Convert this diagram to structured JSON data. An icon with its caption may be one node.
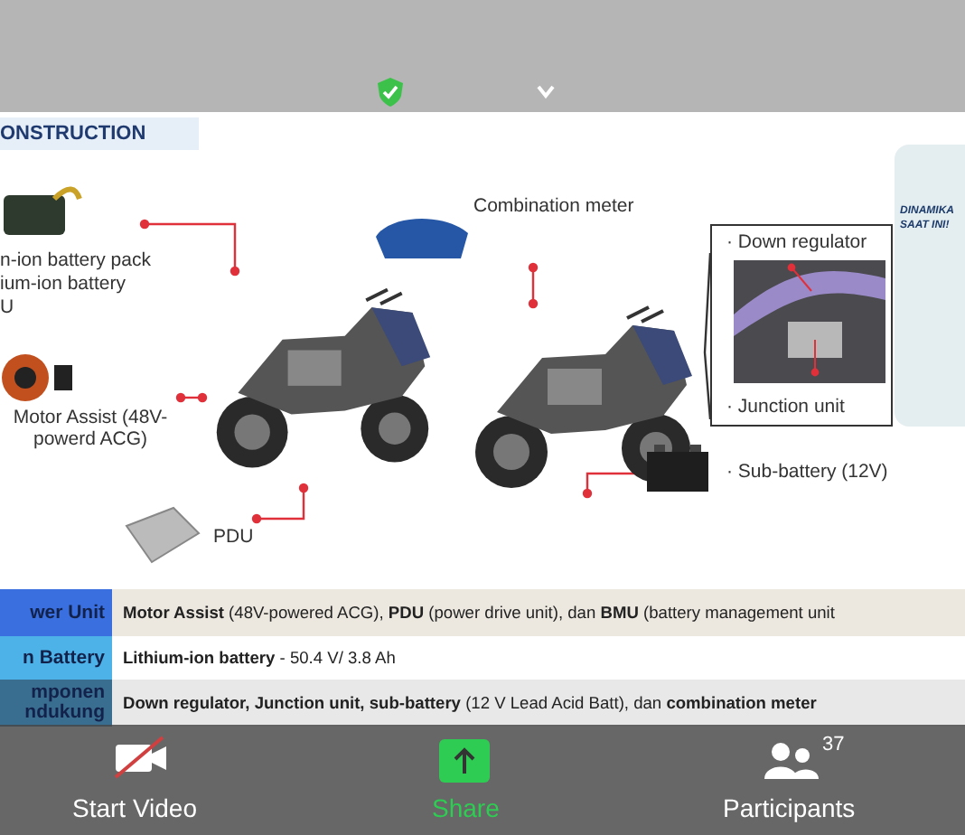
{
  "diagram": {
    "title": "ONSTRUCTION",
    "nodes": [
      {
        "text": [
          "n-ion battery pack",
          "ium-ion battery",
          "U"
        ]
      },
      {
        "text": [
          "Motor Assist (48V-powerd ACG)"
        ]
      },
      {
        "text": [
          "PDU"
        ]
      },
      {
        "text": [],
        "shape": "picture"
      },
      {
        "text": [
          "Combination meter"
        ]
      },
      {
        "text": [],
        "shape": "picture"
      },
      {
        "text": [
          "· Down regulator",
          "· Junction unit"
        ]
      },
      {
        "text": [
          "· Sub-battery (12V)"
        ]
      }
    ],
    "edges": [
      {
        "from": 0,
        "to": 3,
        "arrow": "other",
        "color": "#e0303a"
      },
      {
        "from": 1,
        "to": 3,
        "arrow": "other",
        "color": "#e0303a"
      },
      {
        "from": 2,
        "to": 3,
        "arrow": "other",
        "color": "#e0303a"
      },
      {
        "from": 4,
        "to": 5,
        "arrow": "other",
        "color": "#e0303a"
      },
      {
        "from": 7,
        "to": 5,
        "arrow": "other",
        "color": "#e0303a"
      },
      {
        "from": 5,
        "to": 6,
        "arrow": "none",
        "color": "#333333"
      }
    ],
    "labels": [
      "wer Unit",
      "**Motor Assist** (48V-powered ACG), **PDU** (power drive unit), dan **BMU** (battery management unit",
      "n Battery",
      "**Lithium-ion battery**  -  50.4 V/ 3.8 Ah",
      "mponen ndukung",
      "**Down regulator, Junction unit, sub-battery** (12 V Lead Acid Batt), dan **combination meter**",
      "DINAMIKA",
      "SAAT INI!",
      "37",
      "Start Video",
      "Share",
      "Participants"
    ]
  }
}
